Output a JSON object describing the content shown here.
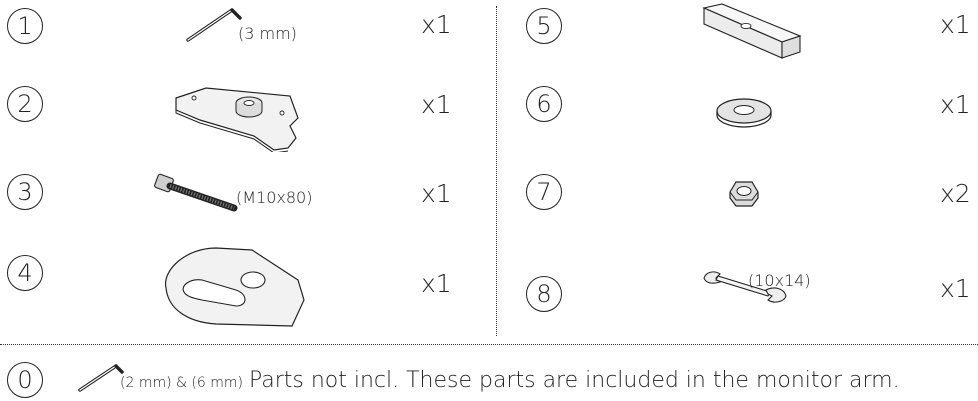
{
  "parts": [
    {
      "num": "1",
      "name": "hex-key",
      "spec": "(3 mm)",
      "qty": "x1"
    },
    {
      "num": "2",
      "name": "mounting-plate",
      "spec": "",
      "qty": "x1"
    },
    {
      "num": "3",
      "name": "bolt",
      "spec": "(M10x80)",
      "qty": "x1"
    },
    {
      "num": "4",
      "name": "slotted-plate",
      "spec": "",
      "qty": "x1"
    },
    {
      "num": "5",
      "name": "block",
      "spec": "",
      "qty": "x1"
    },
    {
      "num": "6",
      "name": "washer",
      "spec": "",
      "qty": "x1"
    },
    {
      "num": "7",
      "name": "nut",
      "spec": "",
      "qty": "x2"
    },
    {
      "num": "8",
      "name": "wrench",
      "spec": "(10x14)",
      "qty": "x1"
    }
  ],
  "footer": {
    "num": "0",
    "spec": "(2 mm) & (6 mm)",
    "note": "Parts not incl. These parts are included in the monitor arm."
  }
}
